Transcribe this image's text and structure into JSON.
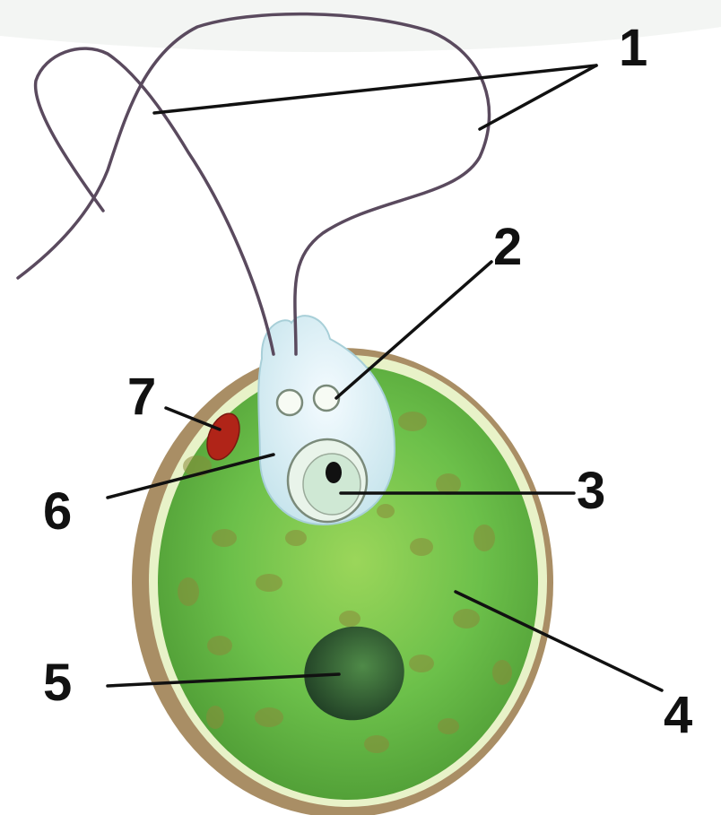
{
  "labels": {
    "l1": "1",
    "l2": "2",
    "l3": "3",
    "l4": "4",
    "l5": "5",
    "l6": "6",
    "l7": "7"
  },
  "colors": {
    "background": "#ffffff",
    "cell_body": "#6cc04a",
    "cell_edge": "#8a6a3a",
    "membrane": "#e8f2c8",
    "reservoir": "#d8eef4",
    "eyespot": "#b02418",
    "chloroplast_spots": "#8a8a3a",
    "pyrenoid": "#2e5a32",
    "flagella": "#5a4a5e",
    "leader_lines": "#111111"
  }
}
